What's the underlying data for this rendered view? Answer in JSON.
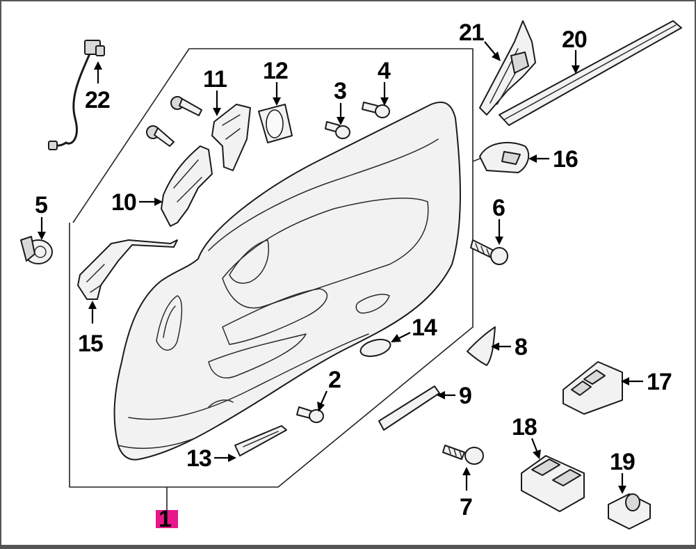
{
  "callouts": {
    "c1": "1",
    "c2": "2",
    "c3": "3",
    "c4": "4",
    "c5": "5",
    "c6": "6",
    "c7": "7",
    "c8": "8",
    "c9": "9",
    "c10": "10",
    "c11": "11",
    "c12": "12",
    "c13": "13",
    "c14": "14",
    "c15": "15",
    "c16": "16",
    "c17": "17",
    "c18": "18",
    "c19": "19",
    "c20": "20",
    "c21": "21",
    "c22": "22"
  },
  "colors": {
    "highlight": "#e8178a",
    "line": "#000000",
    "background": "#ffffff"
  }
}
